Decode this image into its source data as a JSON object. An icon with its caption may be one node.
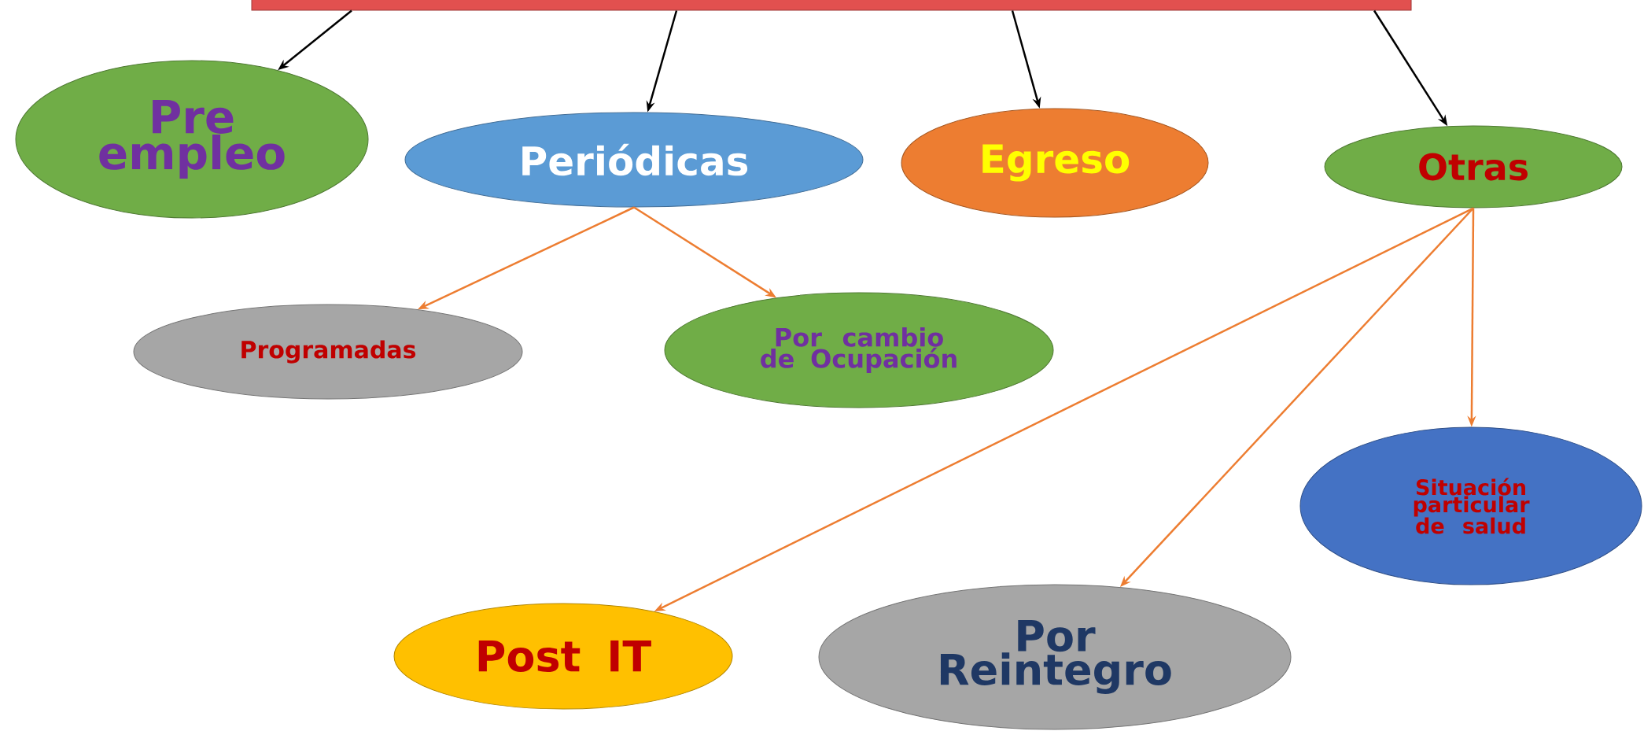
{
  "diagram": {
    "nodes": [
      {
        "text": [],
        "shape": "bar"
      },
      {
        "text": [
          "Pre empleo"
        ]
      },
      {
        "text": [
          "Periódicas"
        ]
      },
      {
        "text": [
          "Egreso"
        ]
      },
      {
        "text": [
          "Otras"
        ]
      },
      {
        "text": [
          "Programadas"
        ]
      },
      {
        "text": [
          "Por cambio de Ocupación"
        ]
      },
      {
        "text": [
          "Situación particular de salud"
        ]
      },
      {
        "text": [
          "Post IT"
        ]
      },
      {
        "text": [
          "Por Reintegro"
        ]
      }
    ],
    "edges": [
      {
        "from": 0,
        "to": 1,
        "arrow": "to",
        "color": "#000000"
      },
      {
        "from": 0,
        "to": 2,
        "arrow": "to",
        "color": "#000000"
      },
      {
        "from": 0,
        "to": 3,
        "arrow": "to",
        "color": "#000000"
      },
      {
        "from": 0,
        "to": 4,
        "arrow": "to",
        "color": "#000000"
      },
      {
        "from": 2,
        "to": 5,
        "arrow": "to"
      },
      {
        "from": 2,
        "to": 6,
        "arrow": "to"
      },
      {
        "from": 4,
        "to": 8,
        "arrow": "to"
      },
      {
        "from": 4,
        "to": 9,
        "arrow": "to"
      },
      {
        "from": 4,
        "to": 7,
        "arrow": "to"
      }
    ]
  }
}
